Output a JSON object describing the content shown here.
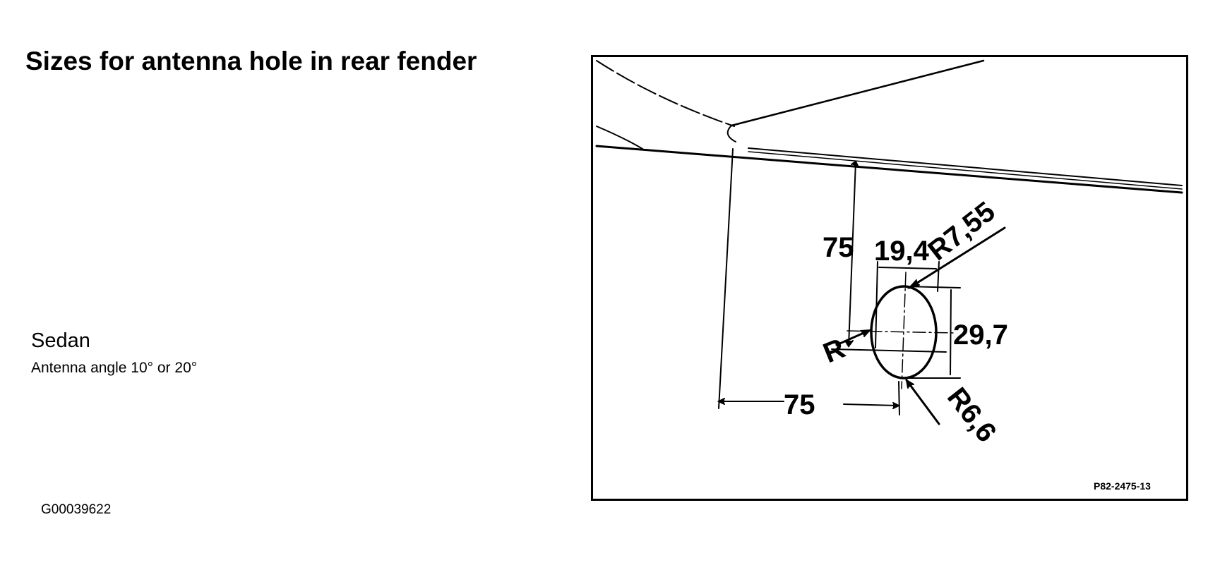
{
  "page": {
    "title": "Sizes for antenna hole in rear fender",
    "variant": "Sedan",
    "angle_note": "Antenna angle 10° or 20°",
    "figure_id": "G00039622"
  },
  "diagram": {
    "dim_vertical_offset": "75",
    "dim_horizontal_offset": "75",
    "dim_hole_width": "19,4",
    "dim_hole_height": "29,7",
    "radius_top": "R7,55",
    "radius_bottom": "R6,6",
    "radius_side": "R",
    "reference_code": "P82-2475-13"
  }
}
